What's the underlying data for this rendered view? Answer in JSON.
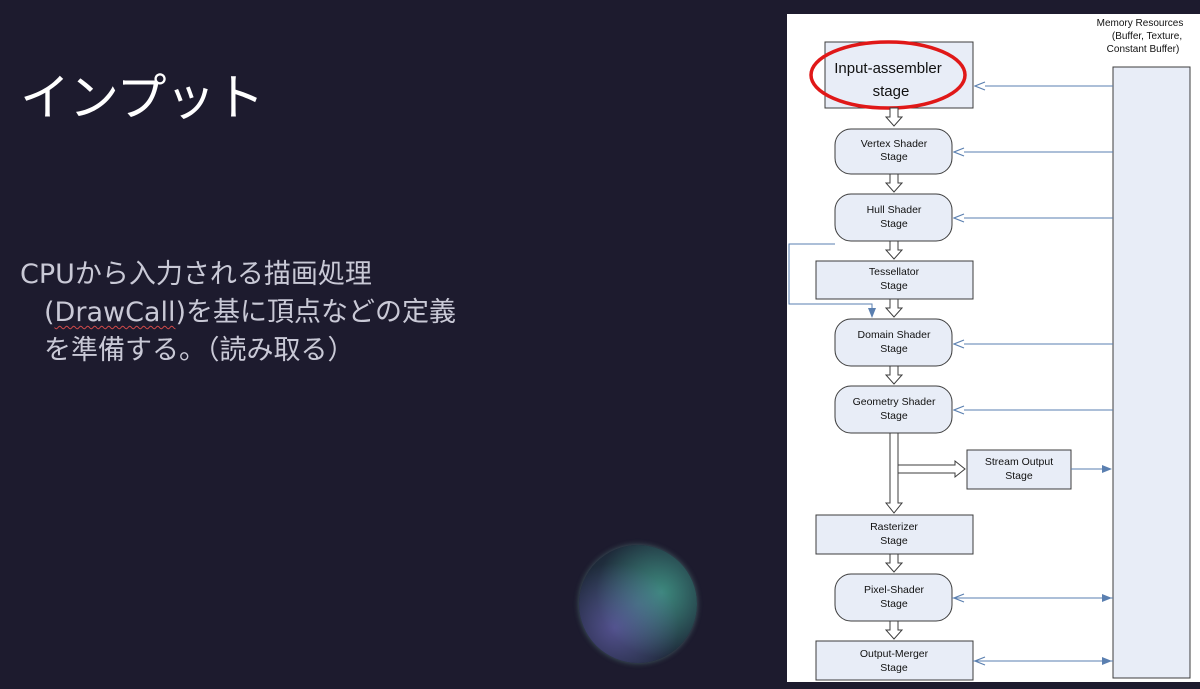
{
  "slide": {
    "title": "インプット",
    "body": {
      "line1": "CPUから入力される描画処理",
      "line2_open": "(",
      "line2_link": "DrawCall",
      "line2_rest": ")を基に頂点などの定義",
      "line3": "を準備する。（読み取る）"
    }
  },
  "diagram": {
    "memory_resources": {
      "line1": "Memory Resources",
      "line2": "(Buffer, Texture,",
      "line3": "Constant Buffer)"
    },
    "stages": {
      "input_assembler": {
        "line1": "Input-assembler",
        "line2": "stage"
      },
      "vertex_shader": {
        "line1": "Vertex Shader",
        "line2": "Stage"
      },
      "hull_shader": {
        "line1": "Hull Shader",
        "line2": "Stage"
      },
      "tessellator": {
        "line1": "Tessellator",
        "line2": "Stage"
      },
      "domain_shader": {
        "line1": "Domain Shader",
        "line2": "Stage"
      },
      "geometry_shader": {
        "line1": "Geometry Shader",
        "line2": "Stage"
      },
      "stream_output": {
        "line1": "Stream Output",
        "line2": "Stage"
      },
      "rasterizer": {
        "line1": "Rasterizer",
        "line2": "Stage"
      },
      "pixel_shader": {
        "line1": "Pixel-Shader",
        "line2": "Stage"
      },
      "output_merger": {
        "line1": "Output-Merger",
        "line2": "Stage"
      }
    },
    "colors": {
      "stage_fill": "#e8edf7",
      "stage_stroke": "#3c3c3c",
      "arrow_blue": "#5a7fb0",
      "highlight_red": "#e01818"
    }
  }
}
